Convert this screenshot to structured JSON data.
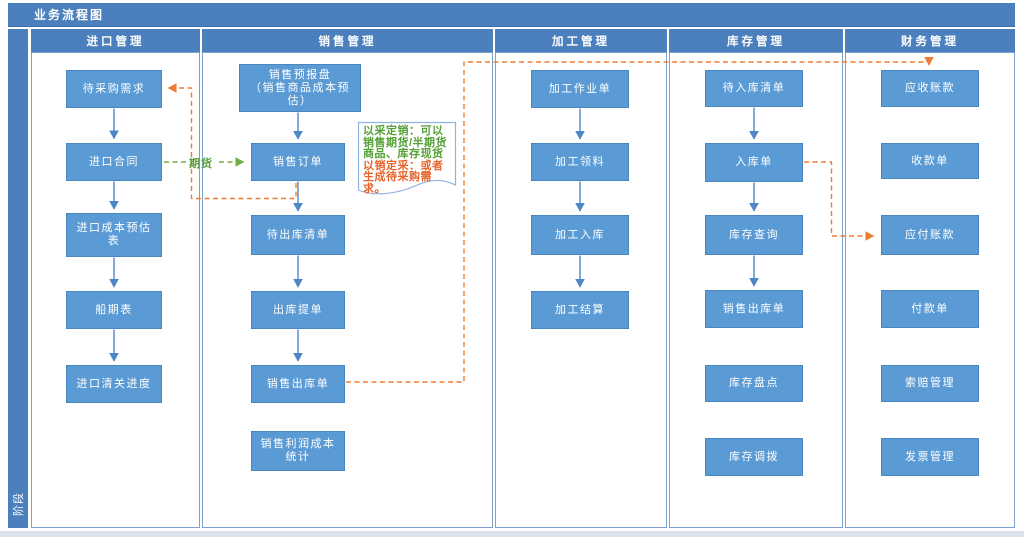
{
  "title": "业务流程图",
  "phase_label": "阶段",
  "lanes": [
    {
      "label": "进口管理",
      "nodes": [
        {
          "label": "待采购需求"
        },
        {
          "label": "进口合同"
        },
        {
          "label": "进口成本预估\n表"
        },
        {
          "label": "船期表"
        },
        {
          "label": "进口清关进度"
        }
      ]
    },
    {
      "label": "销售管理",
      "nodes": [
        {
          "label": "销售预报盘\n（销售商品成本预\n估）"
        },
        {
          "label": "销售订单"
        },
        {
          "label": "待出库清单"
        },
        {
          "label": "出库提单"
        },
        {
          "label": "销售出库单"
        },
        {
          "label": "销售利润成本\n统计"
        }
      ]
    },
    {
      "label": "加工管理",
      "nodes": [
        {
          "label": "加工作业单"
        },
        {
          "label": "加工领料"
        },
        {
          "label": "加工入库"
        },
        {
          "label": "加工结算"
        }
      ]
    },
    {
      "label": "库存管理",
      "nodes": [
        {
          "label": "待入库清单"
        },
        {
          "label": "入库单"
        },
        {
          "label": "库存查询"
        },
        {
          "label": "销售出库单"
        },
        {
          "label": "库存盘点"
        },
        {
          "label": "库存调拨"
        }
      ]
    },
    {
      "label": "财务管理",
      "nodes": [
        {
          "label": "应收账款"
        },
        {
          "label": "收款单"
        },
        {
          "label": "应付账款"
        },
        {
          "label": "付款单"
        },
        {
          "label": "索赔管理"
        },
        {
          "label": "发票管理"
        }
      ]
    }
  ],
  "flow_edges": [
    [
      "待采购需求",
      "进口合同"
    ],
    [
      "进口合同",
      "进口成本预估表"
    ],
    [
      "进口成本预估表",
      "船期表"
    ],
    [
      "船期表",
      "进口清关进度"
    ],
    [
      "销售预报盘（销售商品成本预估）",
      "销售订单"
    ],
    [
      "销售订单",
      "待出库清单"
    ],
    [
      "待出库清单",
      "出库提单"
    ],
    [
      "出库提单",
      "销售出库单"
    ],
    [
      "加工作业单",
      "加工领料"
    ],
    [
      "加工领料",
      "加工入库"
    ],
    [
      "加工入库",
      "加工结算"
    ],
    [
      "待入库清单",
      "入库单"
    ],
    [
      "入库单",
      "库存查询"
    ],
    [
      "库存查询",
      "销售出库单"
    ]
  ],
  "dashed_edges": [
    {
      "from": "进口合同",
      "to": "销售订单",
      "label": "期货",
      "color": "#70ad47"
    },
    {
      "from": "销售订单",
      "to": "待采购需求",
      "label": "",
      "color": "#ed7d31"
    },
    {
      "from": "销售出库单",
      "to": "应收账款",
      "label": "",
      "color": "#ed7d31"
    },
    {
      "from": "入库单",
      "to": "应付账款",
      "label": "",
      "color": "#ed7d31"
    }
  ],
  "note": {
    "lines": [
      {
        "text": "以采定销：可以",
        "color": "green"
      },
      {
        "text": "销售期货/半期货",
        "color": "green"
      },
      {
        "text": "商品、库存现货",
        "color": "green"
      },
      {
        "text": "以销定采：或者",
        "color": "orange"
      },
      {
        "text": "生成待采购需",
        "color": "orange"
      },
      {
        "text": "求。",
        "color": "orange"
      }
    ]
  },
  "colors": {
    "header_blue": "#4b7fbd",
    "node_fill": "#5b9bd5",
    "node_border": "#4a86c0",
    "lane_border": "#7aa0cc",
    "flow_arrow_blue": "#4f87c6",
    "dashed_orange": "#ed7d31",
    "dashed_green": "#70ad47",
    "note_border": "#8fb3e0",
    "note_green_text": "#55a136",
    "note_orange_text": "#e8632c",
    "page_bottom_edge": "#dbe2ec"
  }
}
